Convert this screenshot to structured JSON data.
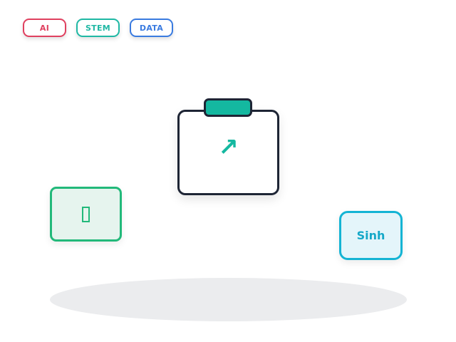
{
  "tags": [
    {
      "label": "AI",
      "color": "#e0405f"
    },
    {
      "label": "STEM",
      "color": "#1fb8a4"
    },
    {
      "label": "DATA",
      "color": "#3a7be0"
    }
  ],
  "main_card": {
    "icon": "trend-up-arrow-icon",
    "arrow_glyph": "↗",
    "accent": "#14b8a0",
    "border": "#1e2535"
  },
  "left_card": {
    "icon": "missing-glyph-icon",
    "color": "#22b97a"
  },
  "right_card": {
    "label": "Sinh",
    "color": "#14b4d4"
  }
}
